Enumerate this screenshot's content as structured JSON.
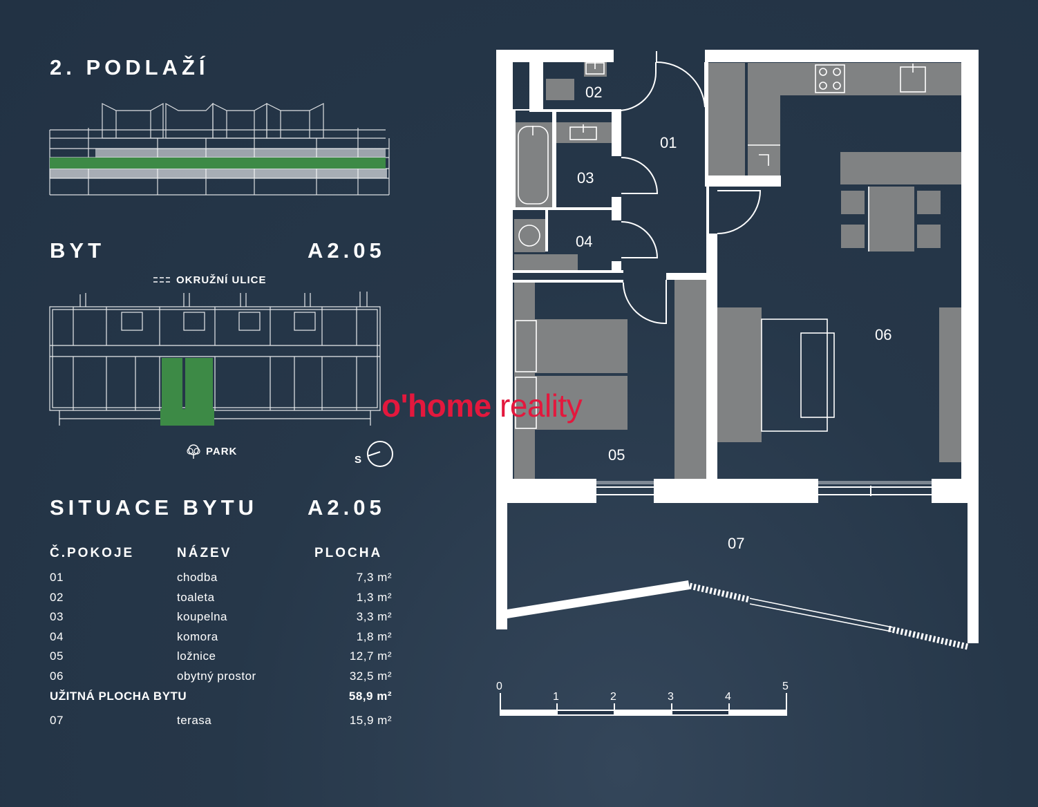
{
  "floor_title": "2. PODLAŽÍ",
  "apartment": {
    "label": "BYT",
    "code": "A2.05"
  },
  "site_plan": {
    "street_label": "OKRUŽNÍ ULICE",
    "park_label": "PARK",
    "compass_label": "S"
  },
  "situation": {
    "title": "SITUACE BYTU",
    "code": "A2.05",
    "columns": [
      "Č.POKOJE",
      "NÁZEV",
      "PLOCHA"
    ],
    "unit": "m²",
    "rooms": [
      {
        "num": "01",
        "name": "chodba",
        "area": "7,3"
      },
      {
        "num": "02",
        "name": "toaleta",
        "area": "1,3"
      },
      {
        "num": "03",
        "name": "koupelna",
        "area": "3,3"
      },
      {
        "num": "04",
        "name": "komora",
        "area": "1,8"
      },
      {
        "num": "05",
        "name": "ložnice",
        "area": "12,7"
      },
      {
        "num": "06",
        "name": "obytný prostor",
        "area": "32,5"
      }
    ],
    "total": {
      "label": "UŽITNÁ PLOCHA BYTU",
      "area": "58,9"
    },
    "terrace": {
      "num": "07",
      "name": "terasa",
      "area": "15,9"
    }
  },
  "plan_labels": [
    "01",
    "02",
    "03",
    "04",
    "05",
    "06",
    "07"
  ],
  "scale_ticks": [
    "0",
    "1",
    "2",
    "3",
    "4",
    "5"
  ],
  "watermark": {
    "brand_a": "o'home",
    "brand_b": "reality"
  },
  "colors": {
    "background": "#243447",
    "wall": "#ffffff",
    "furniture": "#808283",
    "highlight": "#3d8a46",
    "watermark": "#e3183d"
  }
}
